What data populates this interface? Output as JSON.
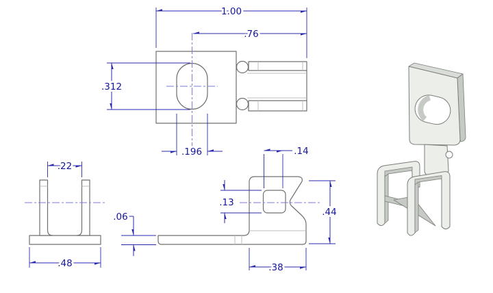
{
  "drawing": {
    "type": "cad-multiview-part-drawing",
    "views": [
      "top-view",
      "front-view",
      "side-view",
      "isometric-view"
    ],
    "dims": {
      "top_overall_width": "1.00",
      "top_center_to_end": ".76",
      "top_slot_height": ".312",
      "top_slot_width": ".196",
      "front_inner_width": ".22",
      "front_base_width": ".48",
      "side_clip_width": ".14",
      "side_slot_height": ".13",
      "side_thickness": ".06",
      "side_overall_height": ".44",
      "side_body_width": ".38"
    },
    "colors": {
      "dimension_line": "#2727ab",
      "dimension_text": "#16169b",
      "centerline": "#7b7bd8",
      "part_outline": "#6f6f6f",
      "bend_line": "#bdbdbd",
      "iso_face_light": "#eceee9",
      "iso_face_medium": "#c6cac4",
      "iso_face_top": "#d9ddd7",
      "background": "#ffffff"
    }
  }
}
